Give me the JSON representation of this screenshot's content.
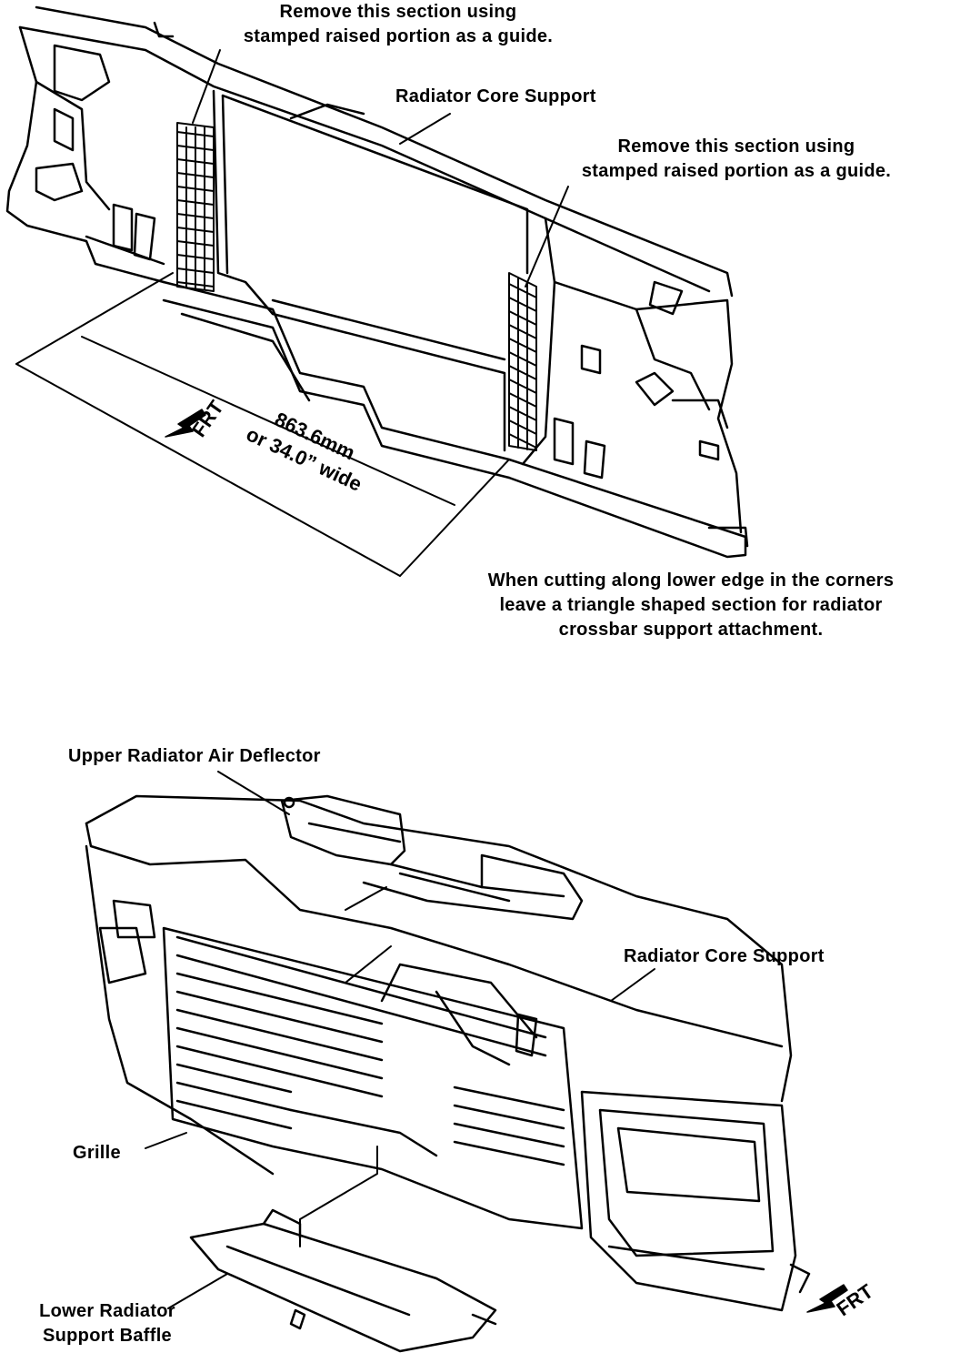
{
  "top_figure": {
    "callout_left": [
      "Remove this section using",
      "stamped raised portion as a guide."
    ],
    "callout_core": "Radiator Core Support",
    "callout_right": [
      "Remove this section using",
      "stamped raised portion as a guide."
    ],
    "dimension": [
      "863.6mm",
      "or 34.0” wide"
    ],
    "front_marker": "FRT",
    "note": [
      "When cutting along lower edge in the corners",
      "leave a triangle shaped section for radiator",
      "crossbar support attachment."
    ]
  },
  "bottom_figure": {
    "callout_deflector": "Upper Radiator Air Deflector",
    "callout_core": "Radiator Core Support",
    "callout_grille": "Grille",
    "callout_baffle": [
      "Lower Radiator",
      "Support Baffle"
    ],
    "front_marker": "FRT"
  }
}
